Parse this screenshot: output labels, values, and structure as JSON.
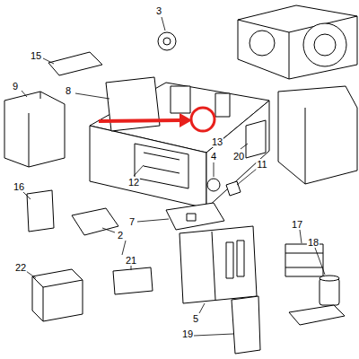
{
  "diagram": {
    "labels": [
      "3",
      "15",
      "9",
      "8",
      "13",
      "4",
      "11",
      "20",
      "12",
      "16",
      "7",
      "2",
      "21",
      "17",
      "18",
      "22",
      "5",
      "19"
    ]
  }
}
